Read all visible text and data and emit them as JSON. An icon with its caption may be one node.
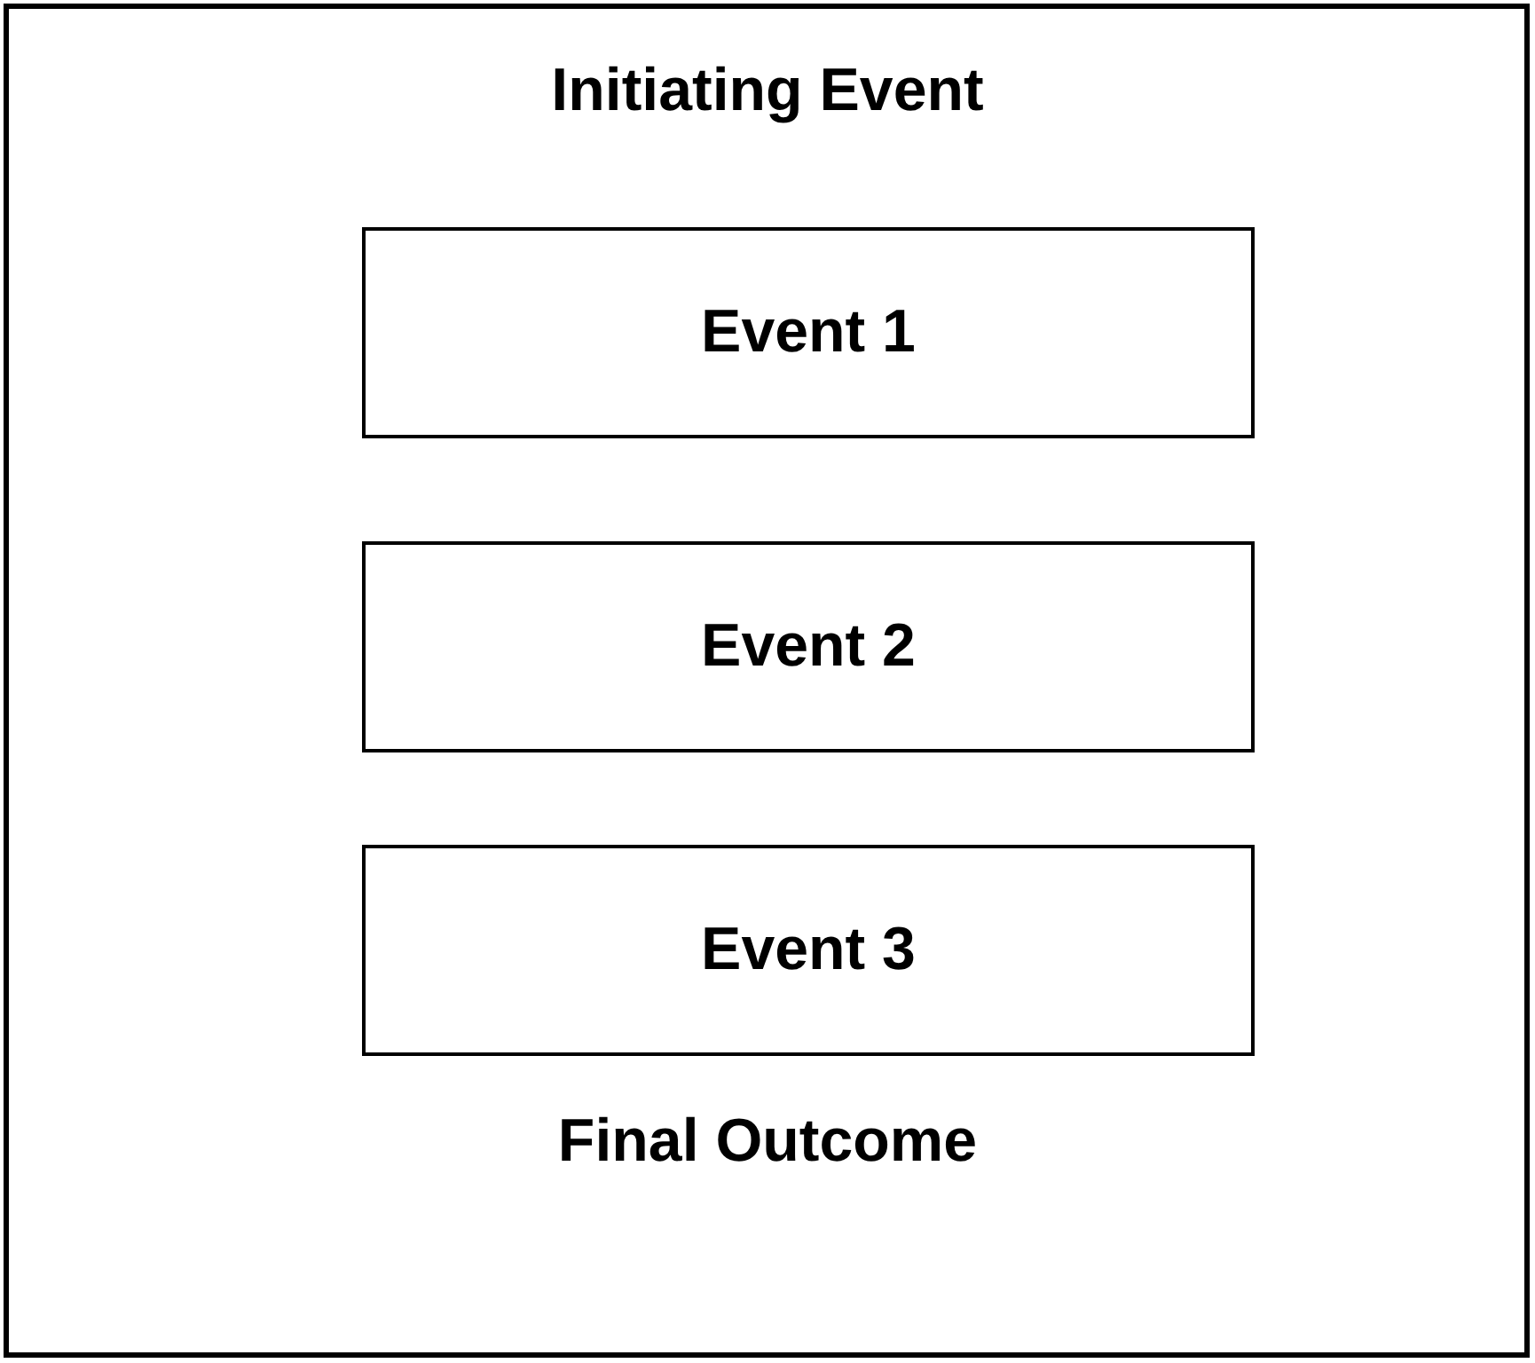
{
  "diagram": {
    "nodes": [
      {
        "text": [
          "Event 1"
        ]
      },
      {
        "text": [
          "Event 2"
        ]
      },
      {
        "text": [
          "Event 3"
        ]
      }
    ],
    "labels": [
      "Initiating Event",
      "Final Outcome"
    ]
  }
}
